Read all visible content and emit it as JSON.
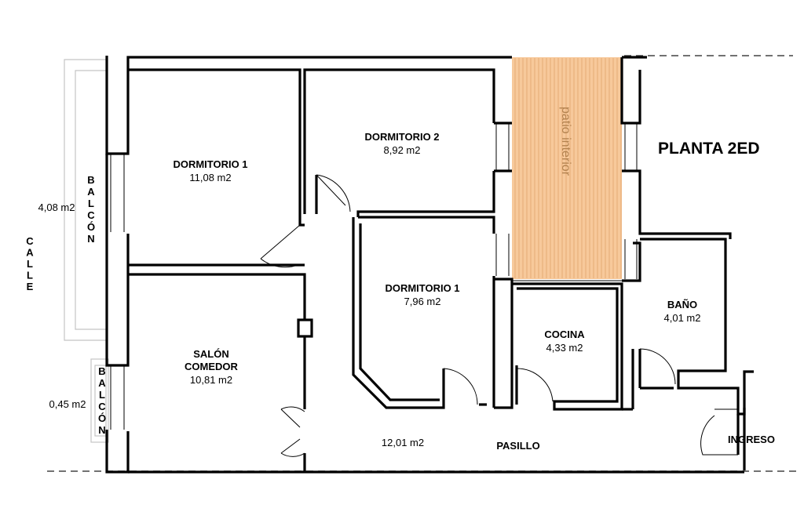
{
  "plan_title": "PLANTA 2ED",
  "street_label": "CALLE",
  "balcony": {
    "top": {
      "label": "BALCÓN",
      "area": "4,08 m2"
    },
    "bottom": {
      "label": "BALCÓN",
      "area": "0,45 m2"
    }
  },
  "patio": {
    "label": "patio interior",
    "fill_color": "#f7c99b",
    "line_color": "#e1a56c"
  },
  "rooms": {
    "dormitorio_1_top": {
      "name": "DORMITORIO 1",
      "area": "11,08 m2"
    },
    "dormitorio_2": {
      "name": "DORMITORIO 2",
      "area": "8,92 m2"
    },
    "dormitorio_1_center": {
      "name": "DORMITORIO 1",
      "area": "7,96 m2"
    },
    "salon": {
      "name_line1": "SALÓN",
      "name_line2": "COMEDOR",
      "area": "10,81 m2"
    },
    "cocina": {
      "name": "COCINA",
      "area": "4,33 m2"
    },
    "bano": {
      "name": "BAÑO",
      "area": "4,01 m2"
    },
    "pasillo": {
      "name": "PASILLO",
      "area": "12,01 m2"
    },
    "ingreso": {
      "name": "INGRESO"
    }
  }
}
